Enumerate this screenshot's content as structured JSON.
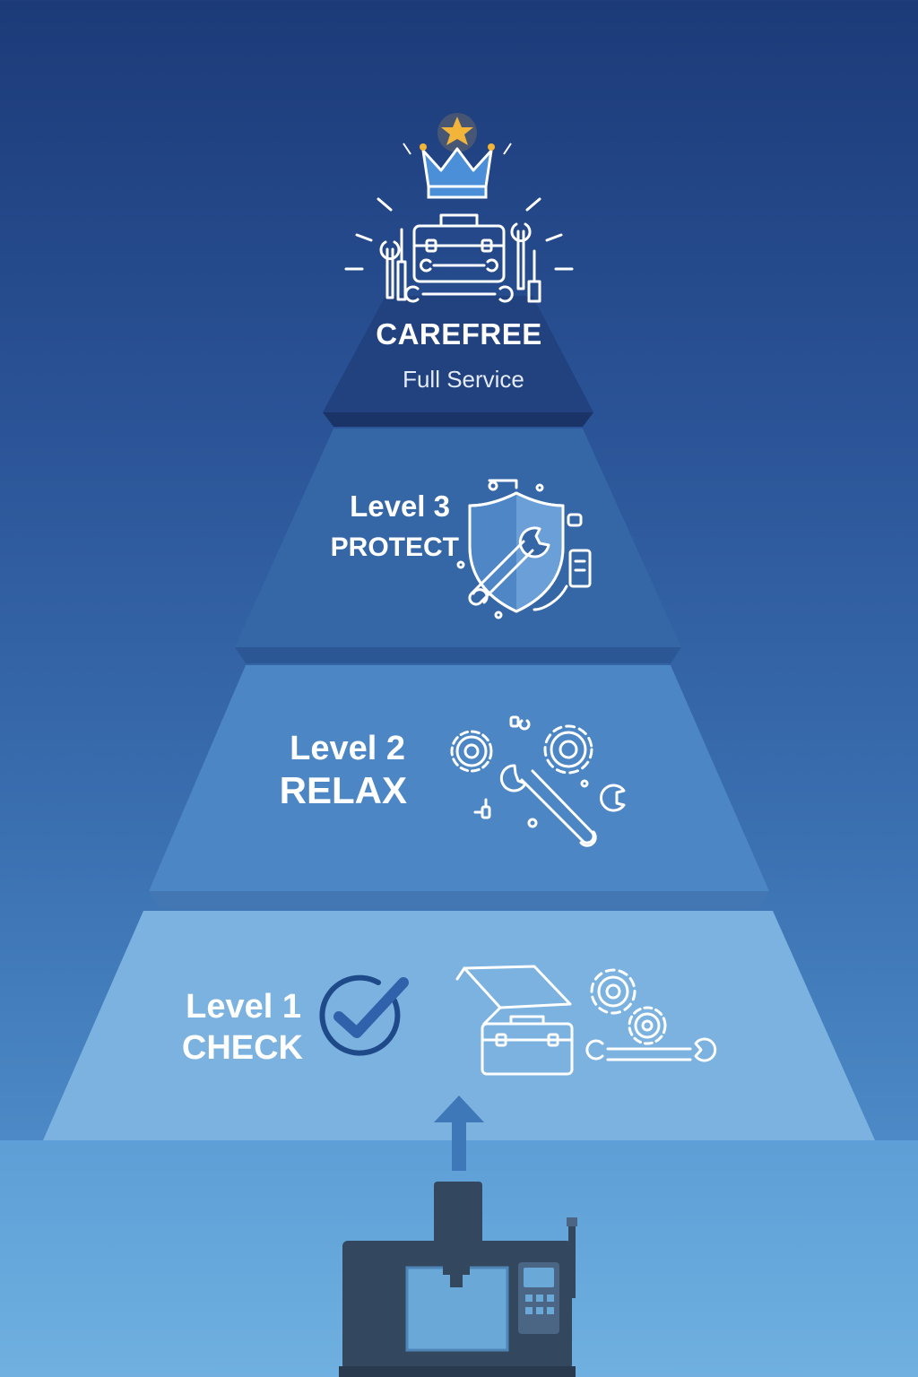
{
  "diagram": {
    "tiers": [
      {
        "title": "CAREFREE",
        "subtitle": "Full Service"
      },
      {
        "level": "Level 3",
        "name": "PROTECT"
      },
      {
        "level": "Level 2",
        "name": "RELAX"
      },
      {
        "level": "Level 1",
        "name": "CHECK"
      }
    ]
  },
  "colors": {
    "tier_top": "#22417f",
    "tier_3": "#3566a6",
    "tier_2": "#4c86c4",
    "tier_1": "#7cb2e0",
    "accent_star": "#f3b43a",
    "machine": "#33475e"
  },
  "icons": [
    "crown-star-icon",
    "toolbox-icon",
    "wrench-icon",
    "screwdriver-icon",
    "shield-wrench-icon",
    "gears-icon",
    "checkmark-circle-icon",
    "open-toolbox-icon",
    "arrow-up-icon",
    "cnc-machine-icon"
  ]
}
